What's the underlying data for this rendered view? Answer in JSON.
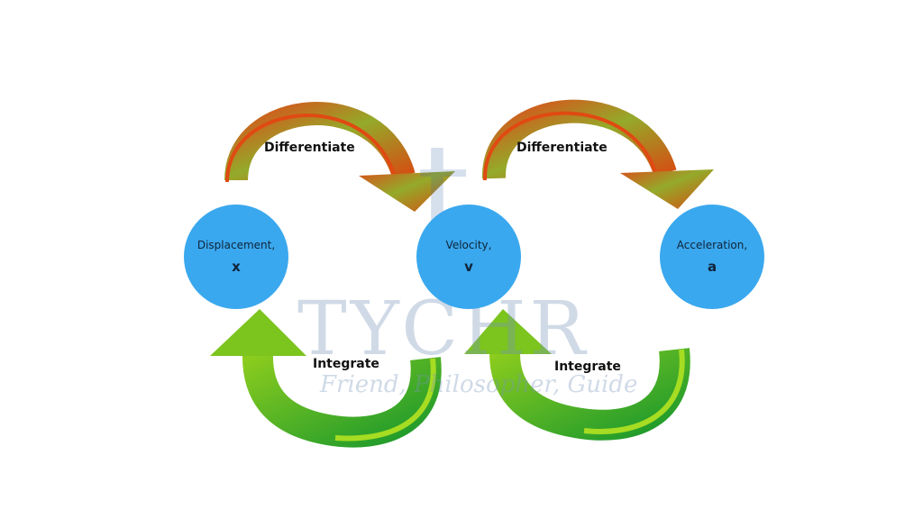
{
  "nodes": [
    {
      "name": "Displacement,",
      "symbol": "x"
    },
    {
      "name": "Velocity,",
      "symbol": "v"
    },
    {
      "name": "Acceleration,",
      "symbol": "a"
    }
  ],
  "arrows": {
    "differentiate_1": "Differentiate",
    "differentiate_2": "Differentiate",
    "integrate_1": "Integrate",
    "integrate_2": "Integrate"
  },
  "watermark": {
    "brand": "TYCHR",
    "tagline": "Friend, Philosopher, Guide"
  },
  "colors": {
    "node": "#3aa8ee",
    "diff_start": "#e04a12",
    "diff_end": "#8fae2a",
    "int_light": "#9bd41e",
    "int_dark": "#1e9a2c"
  }
}
